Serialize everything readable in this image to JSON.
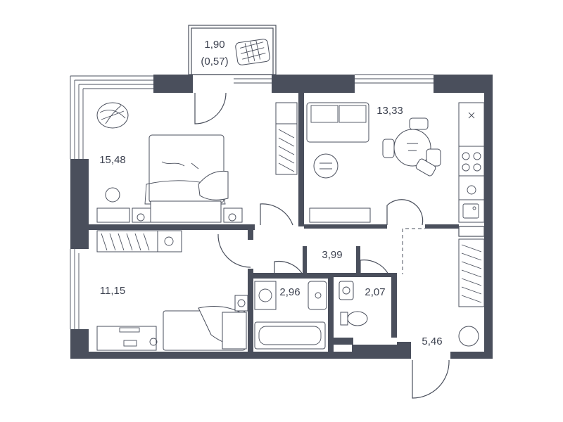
{
  "rooms": {
    "balcony_area": "1,90",
    "balcony_reduced": "(0,57)",
    "bedroom_large": "15,48",
    "kitchen_living": "13,33",
    "hall": "3,99",
    "bedroom_small": "11,15",
    "bathroom": "2,96",
    "toilet": "2,07",
    "corridor": "5,46"
  },
  "colors": {
    "walls": "#4a4f5c",
    "background": "#ffffff"
  }
}
